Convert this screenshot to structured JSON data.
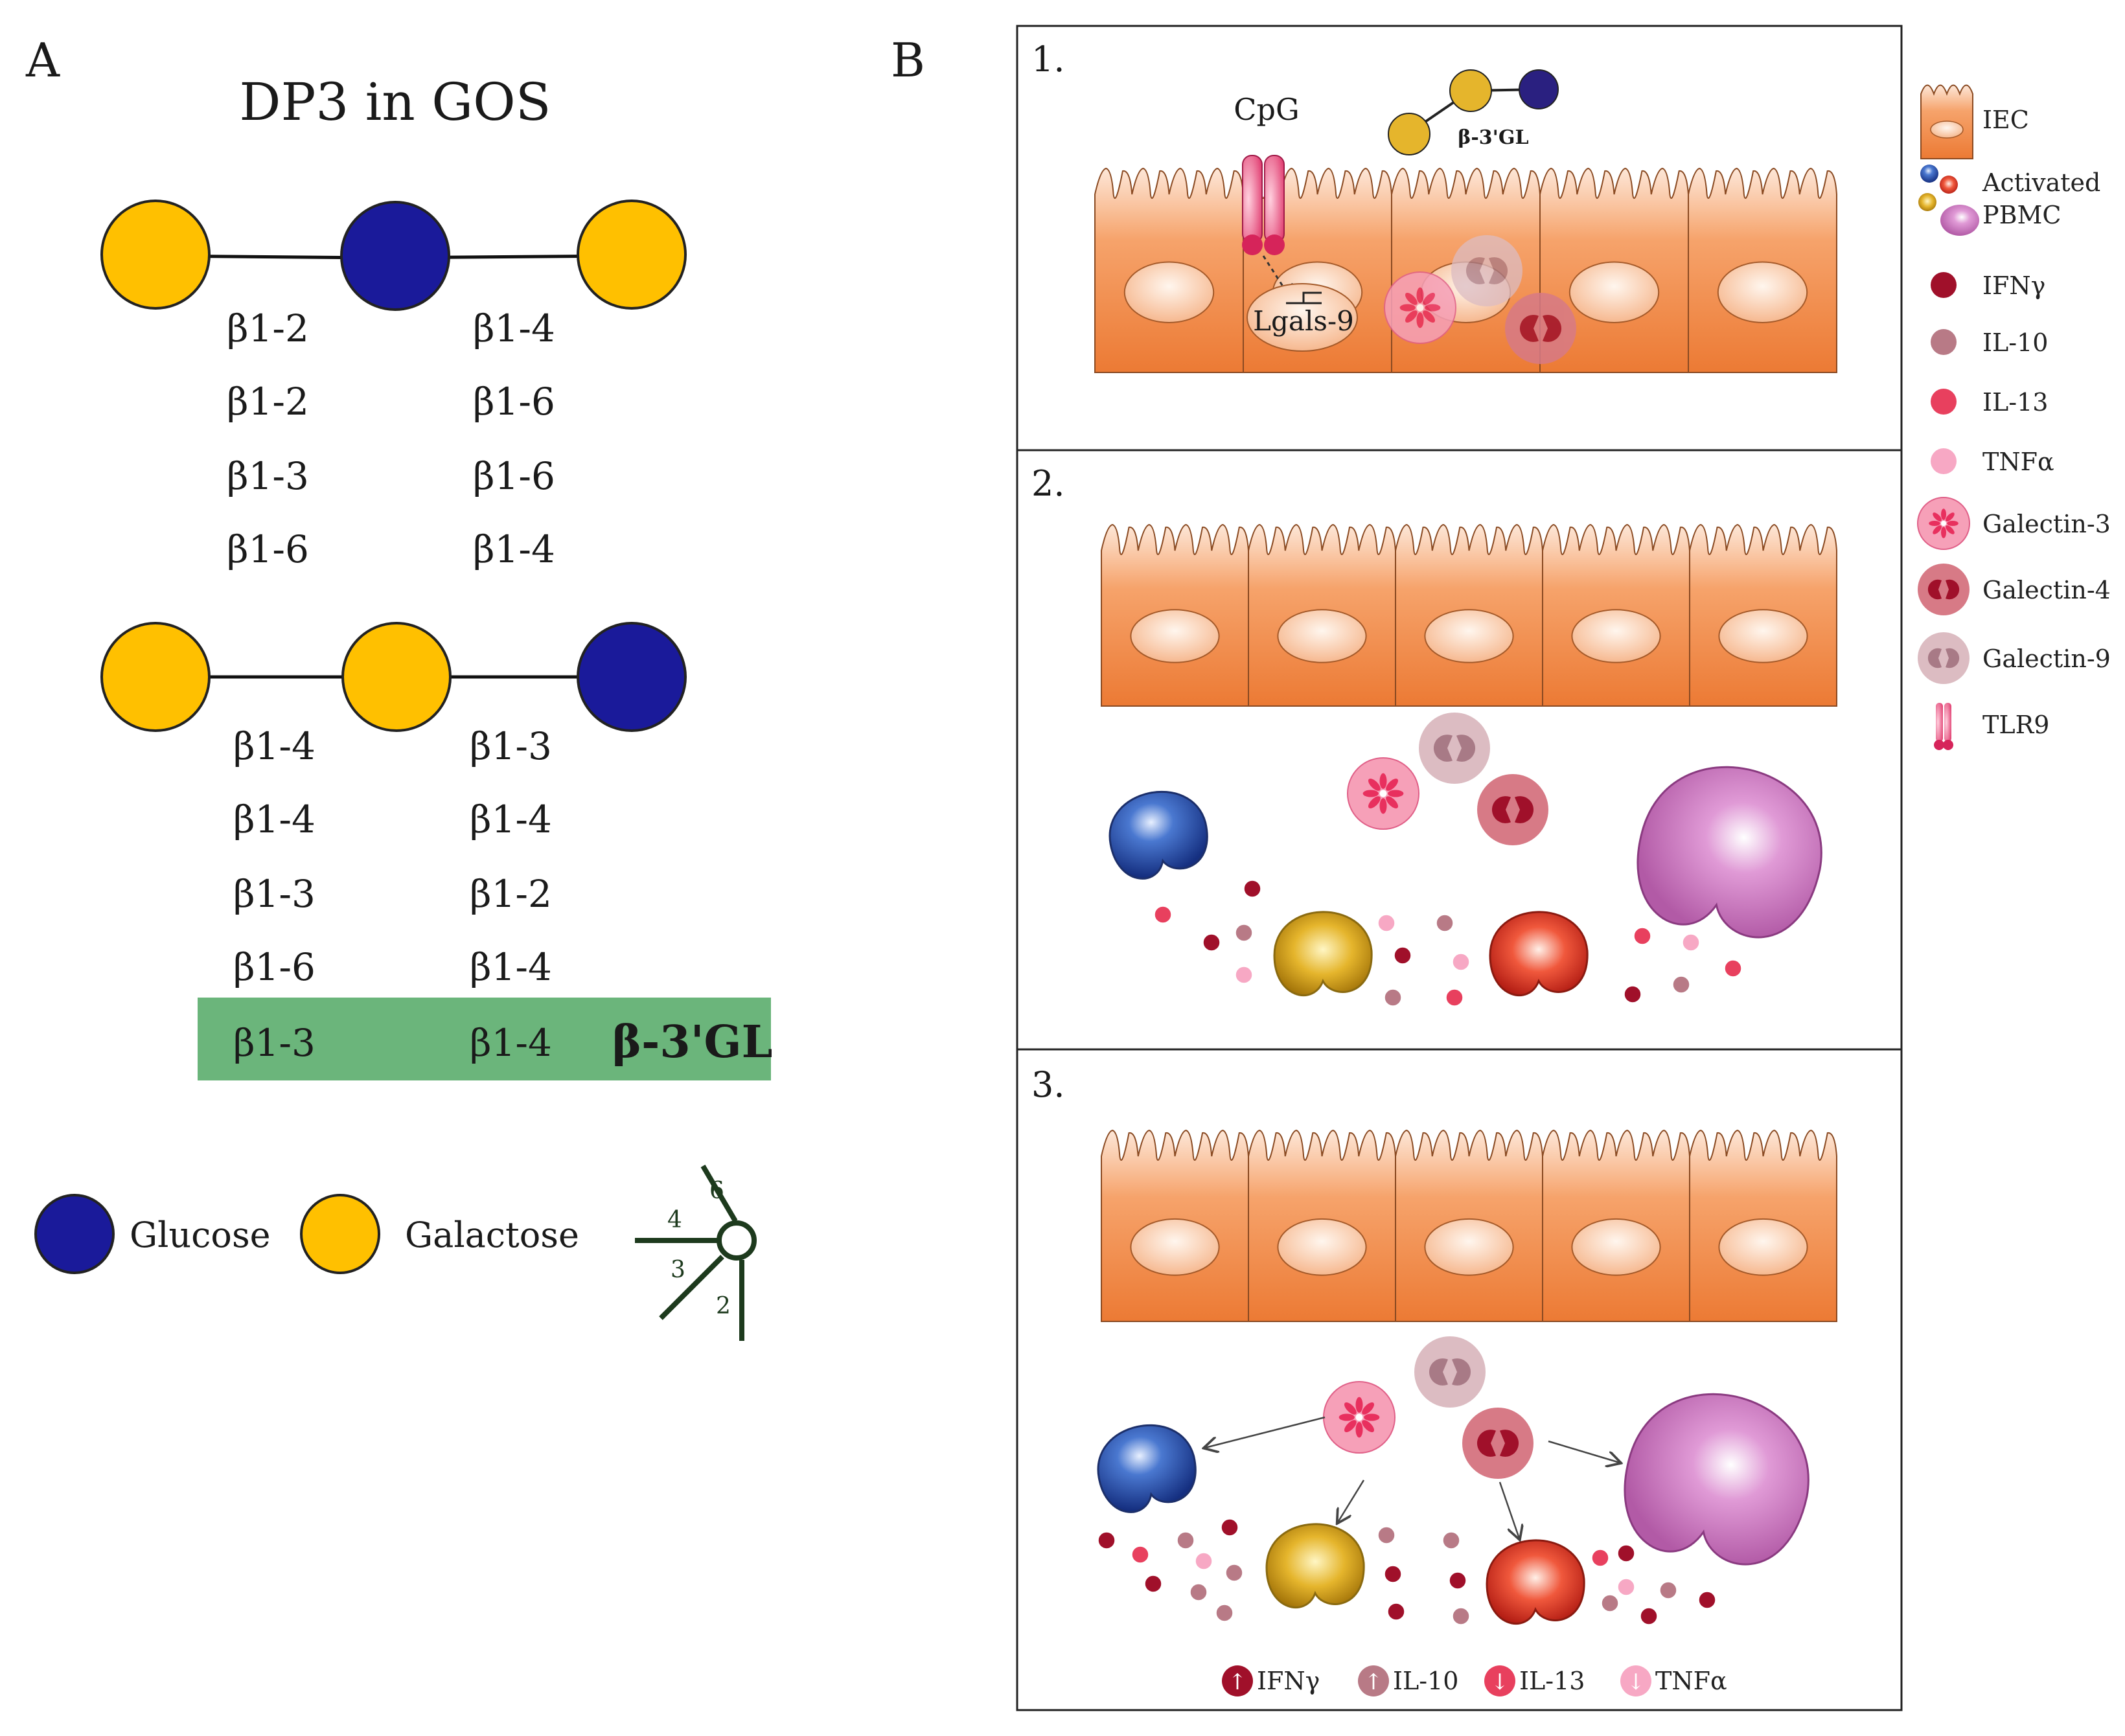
{
  "panel_a": {
    "letter": "A",
    "title": "DP3 in GOS",
    "structure1": {
      "residues": [
        "Galactose",
        "Glucose",
        "Galactose"
      ],
      "links_left": [
        "β1-2",
        "β1-2",
        "β1-3",
        "β1-6"
      ],
      "links_right": [
        "β1-4",
        "β1-6",
        "β1-6",
        "β1-4"
      ]
    },
    "structure2": {
      "residues": [
        "Galactose",
        "Galactose",
        "Glucose"
      ],
      "links_left": [
        "β1-4",
        "β1-4",
        "β1-3",
        "β1-6"
      ],
      "links_right": [
        "β1-3",
        "β1-4",
        "β1-2",
        "β1-4"
      ],
      "highlight": {
        "left": "β1-3",
        "right": "β1-4",
        "name": "β-3'GL"
      }
    },
    "legend": {
      "glucose": "Glucose",
      "galactose": "Galactose"
    },
    "linkage_key": {
      "pos6": "6",
      "pos4": "4",
      "pos3": "3",
      "pos2": "2"
    }
  },
  "panel_b": {
    "letter": "B",
    "step1": {
      "label": "1.",
      "cpg": "CpG",
      "gene": "Lgals-9",
      "compound": "β-3'GL"
    },
    "step2": {
      "label": "2."
    },
    "step3": {
      "label": "3.",
      "effects": [
        {
          "name": "IFNγ",
          "dir": "↑"
        },
        {
          "name": "IL-10",
          "dir": "↑"
        },
        {
          "name": "IL-13",
          "dir": "↓"
        },
        {
          "name": "TNFα",
          "dir": "↓"
        }
      ]
    }
  },
  "legend_b": [
    "IEC",
    "Activated",
    "PBMC",
    "IFNγ",
    "IL-10",
    "IL-13",
    "TNFα",
    "Galectin-3",
    "Galectin-4",
    "Galectin-9",
    "TLR9"
  ],
  "colors": {
    "glucose": "#1a1a9a",
    "galactose": "#ffc000",
    "highlight": "#6bb57b",
    "ifng": "#a0102a",
    "il10": "#b87a86",
    "il13": "#e8405e",
    "tnfa": "#f7a8c4",
    "cell": "#f08a4a",
    "panel_border": "#222222"
  }
}
